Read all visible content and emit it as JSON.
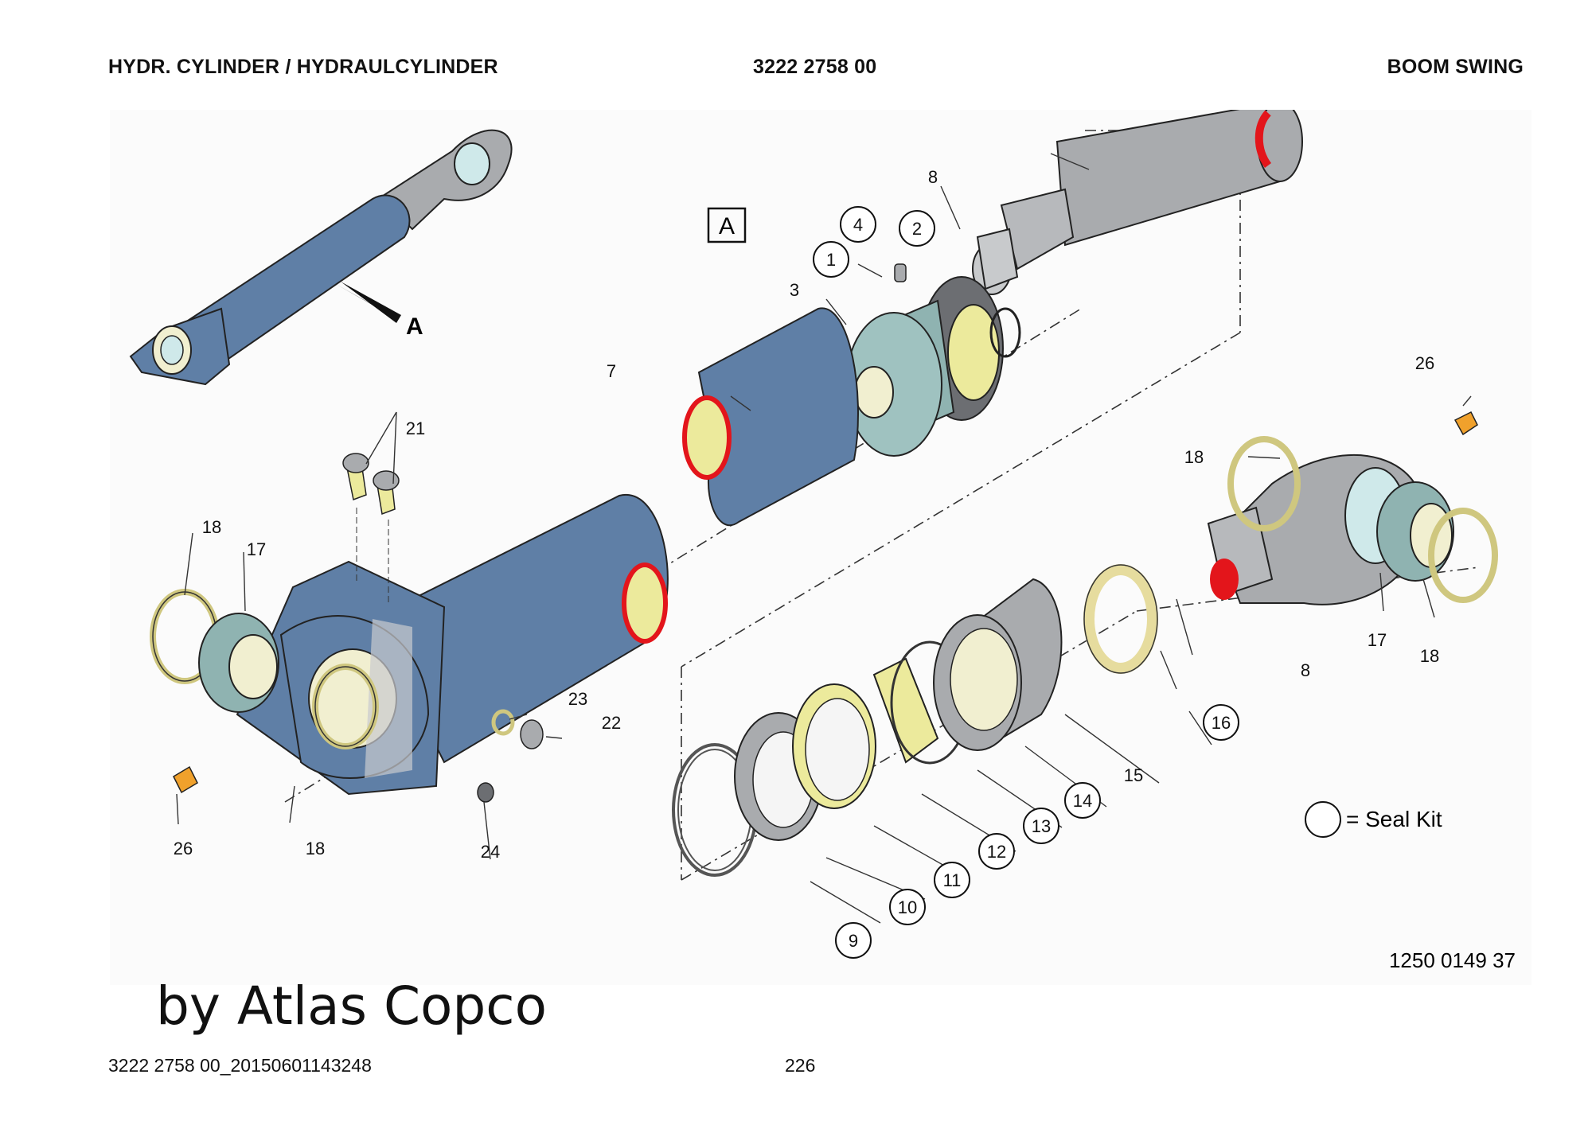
{
  "header": {
    "left": "HYDR. CYLINDER / HYDRAULCYLINDER",
    "center": "3222 2758 00",
    "right": "BOOM SWING"
  },
  "figure": {
    "view_letter": "A",
    "view_box_label": "A",
    "callouts": {
      "c1": "1",
      "c2": "2",
      "c3": "3",
      "c4": "4",
      "c7": "7",
      "c8a": "8",
      "c8b": "8",
      "c9": "9",
      "c10": "10",
      "c11": "11",
      "c12": "12",
      "c13": "13",
      "c14": "14",
      "c15": "15",
      "c16": "16",
      "c17a": "17",
      "c17b": "17",
      "c18a": "18",
      "c18b": "18",
      "c18c": "18",
      "c18d": "18",
      "c21": "21",
      "c22": "22",
      "c23": "23",
      "c24": "24",
      "c26a": "26",
      "c26b": "26"
    },
    "legend_text": "= Seal Kit",
    "drawing_number": "1250 0149 37",
    "colors": {
      "barrel_blue": "#5f7fa6",
      "steel_gray": "#a3a6aa",
      "bushing_teal": "#8fb3b1",
      "seal_yellow": "#ecea9c",
      "cut_red": "#e3151b",
      "fitting_orange": "#f0a12c"
    }
  },
  "watermark": "by Atlas Copco",
  "footer": {
    "left": "3222 2758 00_20150601143248",
    "center": "226"
  }
}
